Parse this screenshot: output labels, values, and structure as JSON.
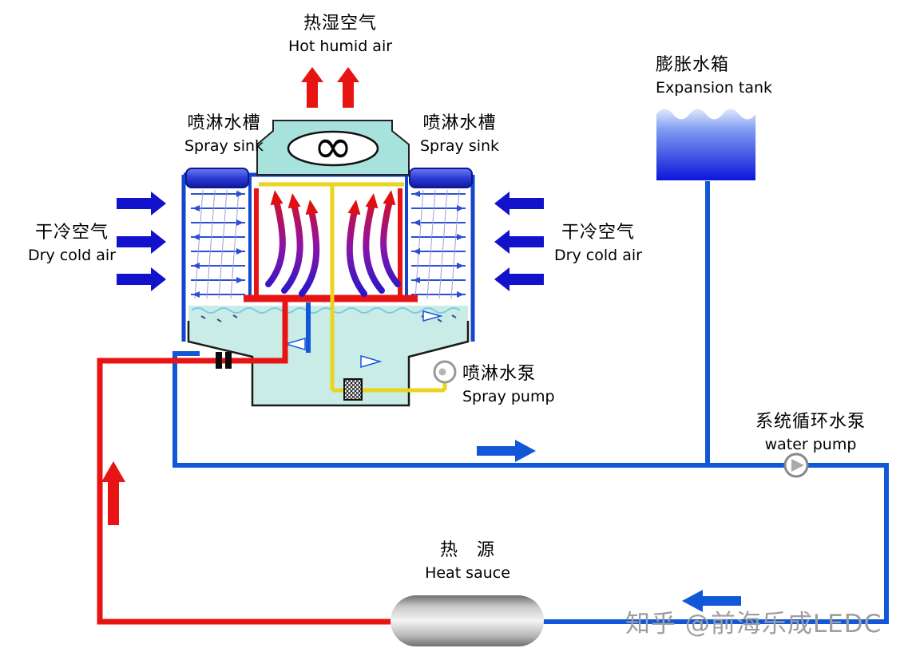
{
  "labels": {
    "hot_humid_air": {
      "zh": "热湿空气",
      "en": "Hot humid air"
    },
    "spray_sink_left": {
      "zh": "喷淋水槽",
      "en": "Spray sink"
    },
    "spray_sink_right": {
      "zh": "喷淋水槽",
      "en": "Spray sink"
    },
    "dry_cold_air_left": {
      "zh": "干冷空气",
      "en": "Dry cold air"
    },
    "dry_cold_air_right": {
      "zh": "干冷空气",
      "en": "Dry cold air"
    },
    "expansion_tank": {
      "zh": "膨胀水箱",
      "en": "Expansion tank"
    },
    "spray_pump": {
      "zh": "喷淋水泵",
      "en": "Spray pump"
    },
    "water_pump": {
      "zh": "系统循环水泵",
      "en": "water pump"
    },
    "heat_source": {
      "zh": "热　源",
      "en": "Heat sauce"
    }
  },
  "watermark": "知乎 @前海乐成LEDC",
  "icons": {
    "fan_symbol": "∞"
  },
  "colors": {
    "hot_pipe": "#e81414",
    "cold_pipe": "#1257d8",
    "spray_pipe": "#e9d41f",
    "air_arrow": "#1212cc",
    "basin_water": "#c9ece7",
    "fan_housing": "#a8e2dc",
    "tank_blue": "#0b16d8",
    "heat_source_gray": "#c9c9c9"
  }
}
